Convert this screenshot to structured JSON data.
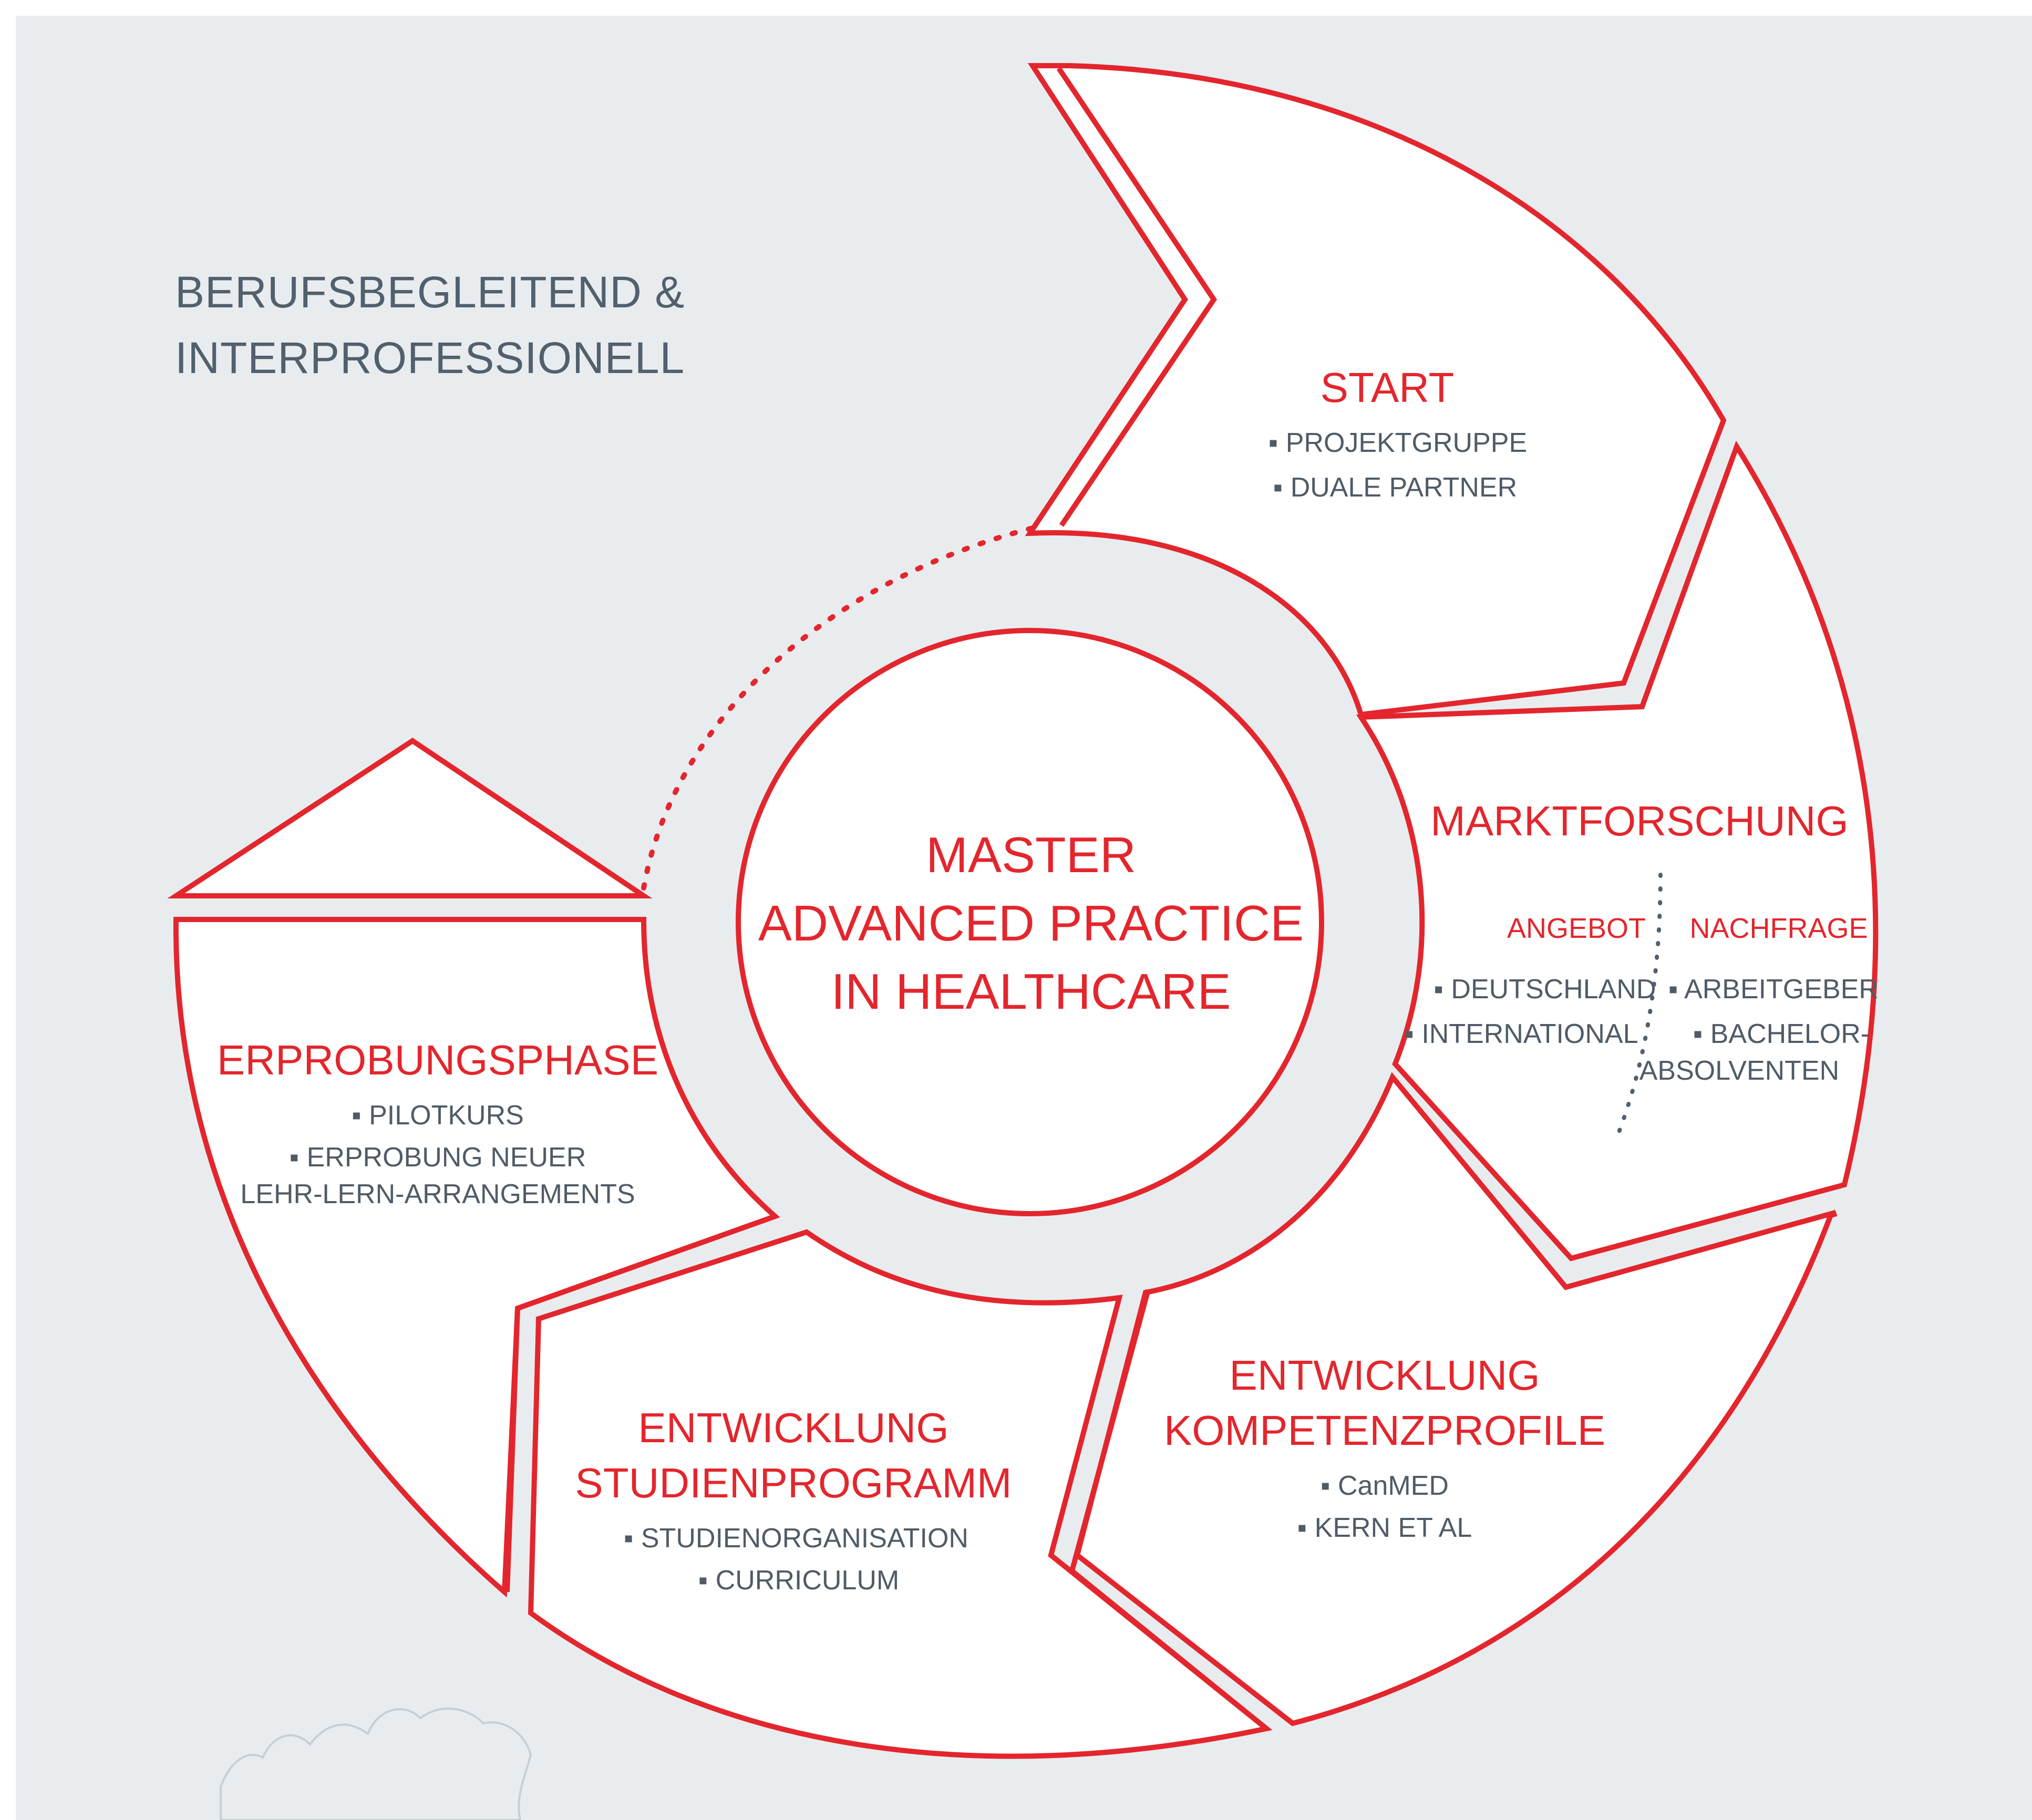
{
  "title": [
    "BERUFSBEGLEITEND &",
    "INTERPROFESSIONELL"
  ],
  "center": [
    "MASTER",
    "ADVANCED PRACTICE",
    "IN HEALTHCARE"
  ],
  "segments": {
    "start": {
      "title": "START",
      "items": [
        "PROJEKTGRUPPE",
        "DUALE PARTNER"
      ]
    },
    "market": {
      "title": "MARKTFORSCHUNG",
      "offer": {
        "label": "ANGEBOT",
        "items": [
          "DEUTSCHLAND",
          "INTERNATIONAL"
        ]
      },
      "demand": {
        "label": "NACHFRAGE",
        "items": [
          "ARBEITGEBER",
          "BACHELOR-",
          "ABSOLVENTEN"
        ]
      }
    },
    "competence": {
      "title": [
        "ENTWICKLUNG",
        "KOMPETENZPROFILE"
      ],
      "items": [
        "CanMED",
        "KERN ET AL"
      ]
    },
    "program": {
      "title": [
        "ENTWICKLUNG",
        "STUDIENPROGRAMM"
      ],
      "items": [
        "STUDIENORGANISATION",
        "CURRICULUM"
      ]
    },
    "trial": {
      "title": "ERPROBUNGSPHASE",
      "items": [
        "PILOTKURS",
        "ERPROBUNG NEUER",
        "LEHR-LERN-ARRANGEMENTS"
      ]
    }
  },
  "colors": {
    "accent": "#e3262d",
    "text": "#52606d",
    "background": "#e9ecef",
    "fill": "#ffffff"
  }
}
